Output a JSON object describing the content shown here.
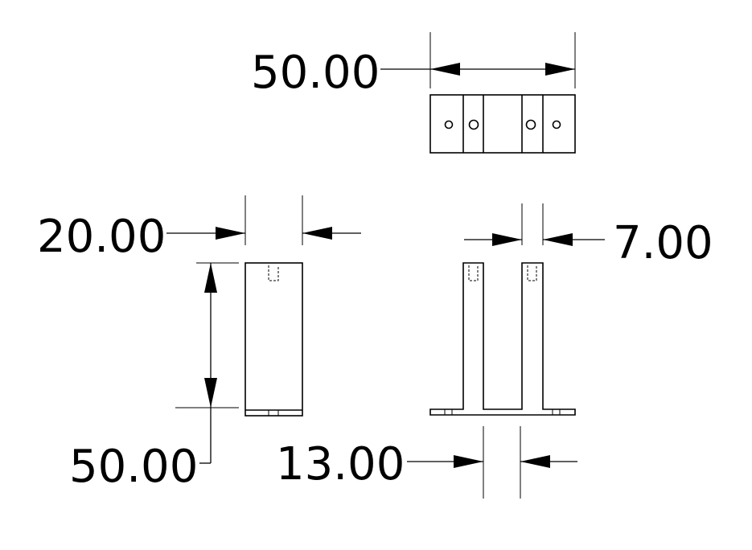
{
  "drawing": {
    "background": "#ffffff",
    "line_color": "#000000",
    "dimensions": {
      "top_width": "50.00",
      "side_thickness": "20.00",
      "side_height": "50.00",
      "rib_thickness": "7.00",
      "rib_gap": "13.00"
    }
  }
}
